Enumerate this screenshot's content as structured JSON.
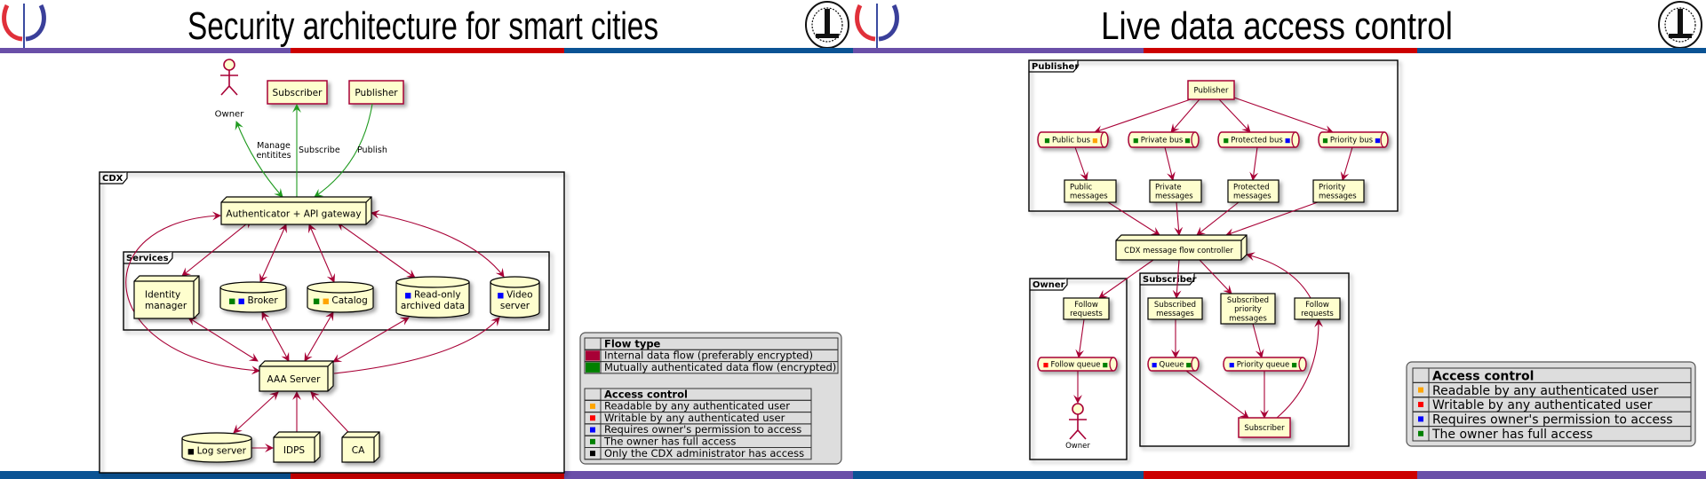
{
  "colors": {
    "orange": "#FFA500",
    "red": "#FF0000",
    "blue": "#0000FF",
    "green": "#008000",
    "black": "#000000",
    "internal_flow": "#A80036",
    "mutual_flow": "#008000",
    "bar_purple": "#6a4fa8",
    "bar_red": "#cc0000",
    "bar_blue": "#0b5394",
    "node_fill": "#FEFECE"
  },
  "slides": [
    {
      "title": "Security architecture for smart cities",
      "frames": {
        "cdx": "CDX",
        "services": "Services"
      },
      "edge_labels": {
        "manage": [
          "Manage",
          "entitites"
        ],
        "subscribe": "Subscribe",
        "publish": "Publish"
      },
      "nodes": {
        "owner": {
          "lines": [
            "Owner"
          ]
        },
        "subscriber": {
          "lines": [
            "Subscriber"
          ]
        },
        "publisher": {
          "lines": [
            "Publisher"
          ]
        },
        "gateway": {
          "lines": [
            "Authenticator + API gateway"
          ]
        },
        "identity": {
          "lines": [
            "Identity",
            "manager"
          ]
        },
        "broker": {
          "lines": [
            "Broker"
          ],
          "pre": [
            "green",
            "blue"
          ]
        },
        "catalog": {
          "lines": [
            "Catalog"
          ],
          "pre": [
            "green",
            "orange"
          ]
        },
        "readonly": {
          "lines": [
            "Read-only",
            "archived data"
          ],
          "pre": [
            "blue"
          ]
        },
        "video": {
          "lines": [
            "Video",
            "server"
          ],
          "pre": [
            "blue"
          ]
        },
        "aaa": {
          "lines": [
            "AAA Server"
          ]
        },
        "log": {
          "lines": [
            "Log server"
          ],
          "pre": [
            "black"
          ]
        },
        "idps": {
          "lines": [
            "IDPS"
          ]
        },
        "ca": {
          "lines": [
            "CA"
          ]
        }
      },
      "legend": {
        "flow_header": "Flow type",
        "flow_rows": [
          {
            "color": "internal_flow",
            "text": "Internal data flow (preferably encrypted)"
          },
          {
            "color": "mutual_flow",
            "text": "Mutually authenticated data flow (encrypted)"
          }
        ],
        "access_header": "Access control",
        "access_rows": [
          {
            "color": "orange",
            "text": "Readable by any authenticated user"
          },
          {
            "color": "red",
            "text": "Writable by any authenticated user"
          },
          {
            "color": "blue",
            "text": "Requires owner's permission to access"
          },
          {
            "color": "green",
            "text": "The owner has full access"
          },
          {
            "color": "black",
            "text": "Only the CDX administrator has access"
          }
        ]
      }
    },
    {
      "title": "Live data access control",
      "frames": {
        "publisher": "Publisher",
        "owner": "Owner",
        "subscriber": "Subscriber"
      },
      "nodes": {
        "publisher": {
          "lines": [
            "Publisher"
          ]
        },
        "public_bus": {
          "lines": [
            "Public bus"
          ],
          "pre": [
            "green"
          ],
          "post": [
            "orange"
          ]
        },
        "private_bus": {
          "lines": [
            "Private bus"
          ],
          "pre": [
            "green"
          ],
          "post": [
            "green"
          ]
        },
        "protected_bus": {
          "lines": [
            "Protected bus"
          ],
          "pre": [
            "green"
          ],
          "post": [
            "blue"
          ]
        },
        "priority_bus": {
          "lines": [
            "Priority bus"
          ],
          "pre": [
            "green"
          ],
          "post": [
            "blue"
          ]
        },
        "public_msgs": {
          "lines": [
            "Public",
            "messages"
          ]
        },
        "private_msgs": {
          "lines": [
            "Private",
            "messages"
          ]
        },
        "protected_msgs": {
          "lines": [
            "Protected",
            "messages"
          ]
        },
        "priority_msgs": {
          "lines": [
            "Priority",
            "messages"
          ]
        },
        "controller": {
          "lines": [
            "CDX message flow controller"
          ]
        },
        "owner_follow": {
          "lines": [
            "Follow",
            "requests"
          ]
        },
        "follow_queue": {
          "lines": [
            "Follow queue"
          ],
          "pre": [
            "red"
          ],
          "post": [
            "green"
          ]
        },
        "owner": {
          "lines": [
            "Owner"
          ]
        },
        "subscribed": {
          "lines": [
            "Subscribed",
            "messages"
          ]
        },
        "subscribed_priority": {
          "lines": [
            "Subscribed",
            "priority",
            "messages"
          ]
        },
        "sub_follow": {
          "lines": [
            "Follow",
            "requests"
          ]
        },
        "queue": {
          "lines": [
            "Queue"
          ],
          "pre": [
            "blue"
          ],
          "post": [
            "green"
          ]
        },
        "priority_queue": {
          "lines": [
            "Priority queue"
          ],
          "pre": [
            "blue"
          ],
          "post": [
            "green"
          ]
        },
        "subscriber": {
          "lines": [
            "Subscriber"
          ]
        }
      },
      "legend": {
        "access_header": "Access control",
        "access_rows": [
          {
            "color": "orange",
            "text": "Readable by any authenticated user"
          },
          {
            "color": "red",
            "text": "Writable by any authenticated user"
          },
          {
            "color": "blue",
            "text": "Requires owner's permission to access"
          },
          {
            "color": "green",
            "text": "The owner has full access"
          }
        ]
      }
    }
  ]
}
